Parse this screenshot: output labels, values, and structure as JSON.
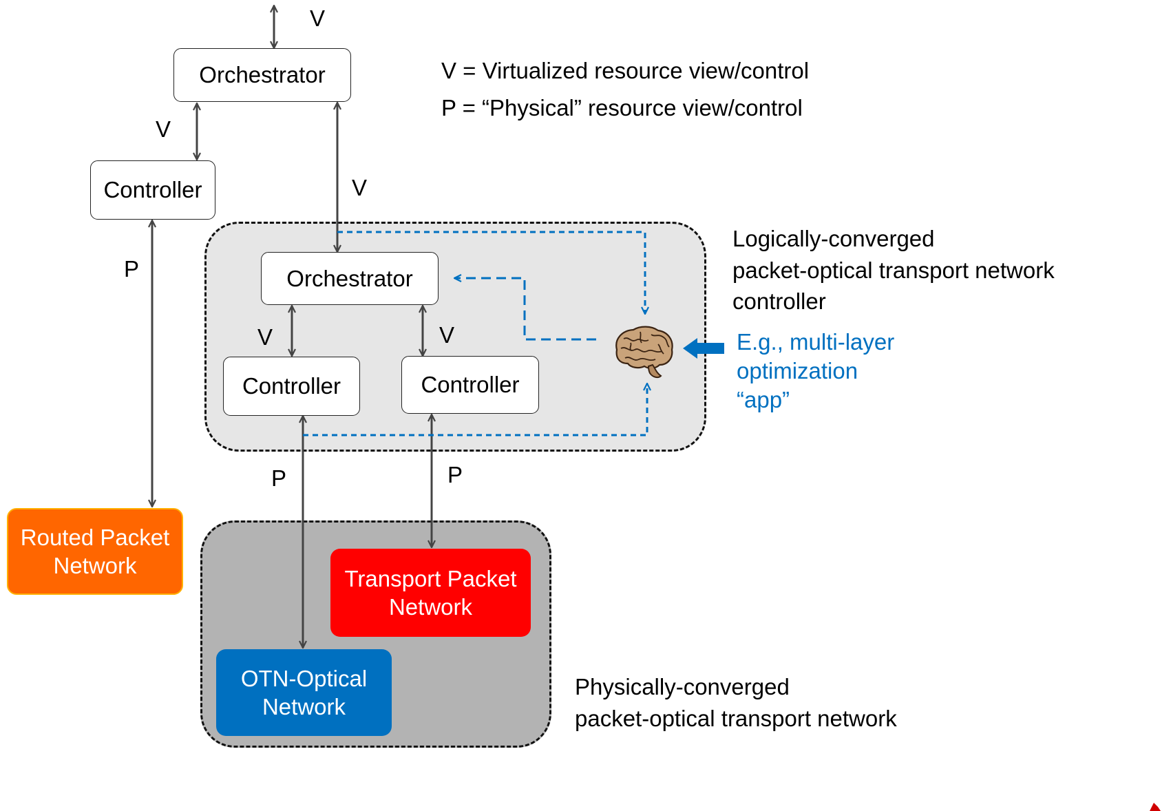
{
  "legend": {
    "v_def": "V = Virtualized resource view/control",
    "p_def": "P = “Physical” resource view/control"
  },
  "nodes": {
    "top_orchestrator": "Orchestrator",
    "left_controller": "Controller",
    "inner_orchestrator": "Orchestrator",
    "inner_controller_left": "Controller",
    "inner_controller_right": "Controller"
  },
  "networks": {
    "routed": [
      "Routed Packet",
      "Network"
    ],
    "transport": [
      "Transport Packet",
      "Network"
    ],
    "otn": [
      "OTN-Optical",
      "Network"
    ]
  },
  "link_labels": {
    "top": "V",
    "orch_to_left_controller": "V",
    "orch_to_inner": "V",
    "left_controller_to_routed": "P",
    "inner_left": "V",
    "inner_right": "V",
    "to_otn": "P",
    "to_transport": "P"
  },
  "zones": {
    "logical": [
      "Logically-converged",
      "packet-optical transport network",
      "controller"
    ],
    "physical": [
      "Physically-converged",
      "packet-optical transport network"
    ]
  },
  "app_note": [
    "E.g., multi-layer",
    "optimization",
    "“app”"
  ],
  "colors": {
    "routed": "#ff6600",
    "transport": "#ff0000",
    "otn": "#0070c0",
    "app_blue": "#0070c0",
    "logical_zone_fill": "#e6e6e6",
    "physical_zone_fill": "#b3b3b3",
    "arrow": "#444444"
  },
  "icons": {
    "app": "brain-icon",
    "pointer": "arrow-left-icon"
  }
}
